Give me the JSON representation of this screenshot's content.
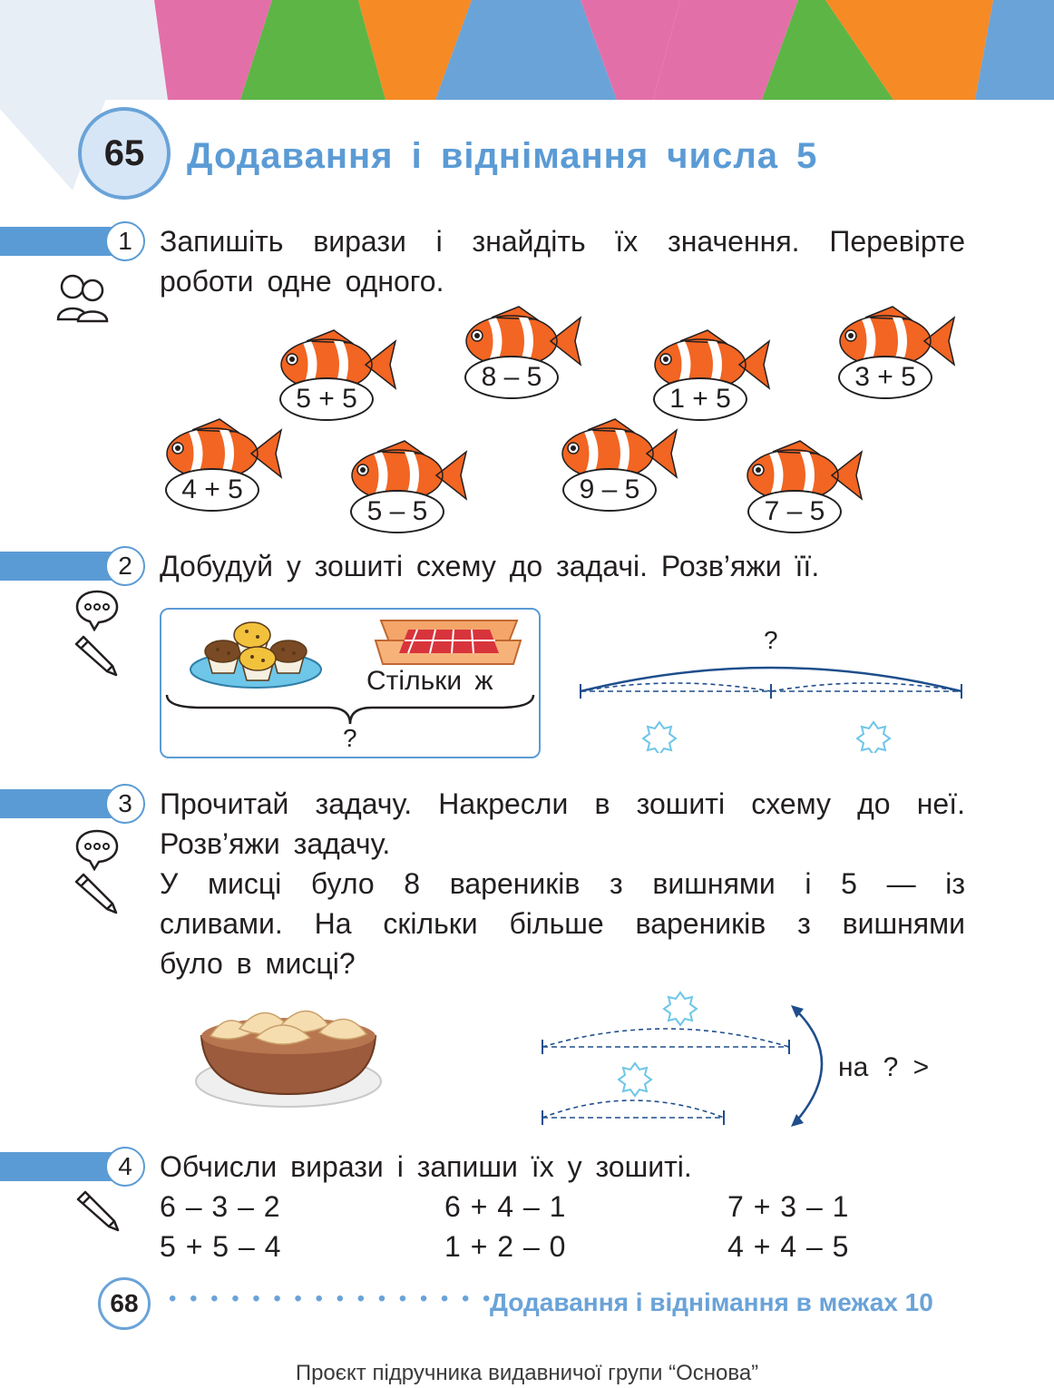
{
  "colors": {
    "accent": "#5b9bd5",
    "pink": "#e36fa8",
    "green": "#5cb545",
    "orange": "#f68a24",
    "blue": "#6aa3d8"
  },
  "header": {
    "lesson_number": "65",
    "title": "Додавання і віднімання числа 5"
  },
  "task1": {
    "number": "1",
    "icon": "pair-work-icon",
    "lines": [
      "Запишіть вирази і знайдіть їх значення. Перевірте",
      "роботи одне одного."
    ],
    "fish": [
      "5 + 5",
      "8 – 5",
      "1 + 5",
      "3 + 5",
      "4 + 5",
      "5 – 5",
      "9 – 5",
      "7 – 5"
    ]
  },
  "task2": {
    "number": "2",
    "icons": [
      "speech-bubble-icon",
      "pencil-icon"
    ],
    "text": "Добудуй у зошиті схему до задачі. Розв’яжи її.",
    "box_label": "Стільки ж",
    "box_question": "?",
    "scheme_question": "?"
  },
  "task3": {
    "number": "3",
    "icons": [
      "speech-bubble-icon",
      "pencil-icon"
    ],
    "lines": [
      "Прочитай задачу. Накресли в зошиті схему до неї.",
      "Розв’яжи задачу.",
      "У мисці було 8 вареників з вишнями і 5 — із",
      "сливами. На скільки більше вареників з вишнями",
      "було в мисці?"
    ],
    "compare_label": "на ? >"
  },
  "task4": {
    "number": "4",
    "icon": "pencil-icon",
    "text": "Обчисли вирази і запиши їх у зошиті.",
    "expressions": [
      "6 – 3 – 2",
      "6 + 4 – 1",
      "7 + 3 – 1",
      "5 + 5 – 4",
      "1 + 2 – 0",
      "4 + 4 – 5"
    ]
  },
  "footer": {
    "page_number": "68",
    "dots": "• • • • • • • • • • • • • • • •",
    "section_title": "Додавання і віднімання в межах 10",
    "note": "Проєкт підручника видавничої групи “Основа”"
  }
}
